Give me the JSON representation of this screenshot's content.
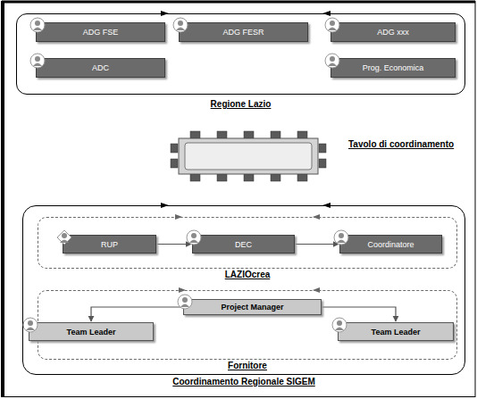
{
  "diagram": {
    "nodes": [
      {
        "text": [
          "Regione Lazio"
        ]
      },
      {
        "text": [
          "ADG FSE"
        ],
        "in": 0
      },
      {
        "text": [
          "ADG FESR"
        ],
        "in": 0
      },
      {
        "text": [
          "ADG xxx"
        ],
        "in": 0
      },
      {
        "text": [
          "ADC"
        ],
        "in": 0
      },
      {
        "text": [
          "Prog. Economica"
        ],
        "in": 0
      },
      {
        "text": [
          "Coordinamento Regionale SIGEM"
        ]
      },
      {
        "text": [
          "LAZIOcrea"
        ],
        "in": 6
      },
      {
        "text": [
          "RUP"
        ],
        "in": 7
      },
      {
        "text": [
          "DEC"
        ],
        "in": 7
      },
      {
        "text": [
          "Coordinatore"
        ],
        "in": 7
      },
      {
        "text": [
          "Fornitore"
        ],
        "in": 6
      },
      {
        "text": [
          "Project Manager"
        ],
        "in": 11
      },
      {
        "text": [
          "Team Leader"
        ],
        "in": 11
      },
      {
        "text": [
          "Team Leader"
        ],
        "in": 11
      }
    ],
    "edges": [
      {
        "from": 8,
        "to": 9,
        "arrow": "to"
      },
      {
        "from": 9,
        "to": 10,
        "arrow": "to"
      },
      {
        "from": 12,
        "to": 13,
        "arrow": "to"
      },
      {
        "from": 12,
        "to": 14,
        "arrow": "to"
      }
    ],
    "labels": [
      "Tavolo di coordinamento"
    ]
  }
}
